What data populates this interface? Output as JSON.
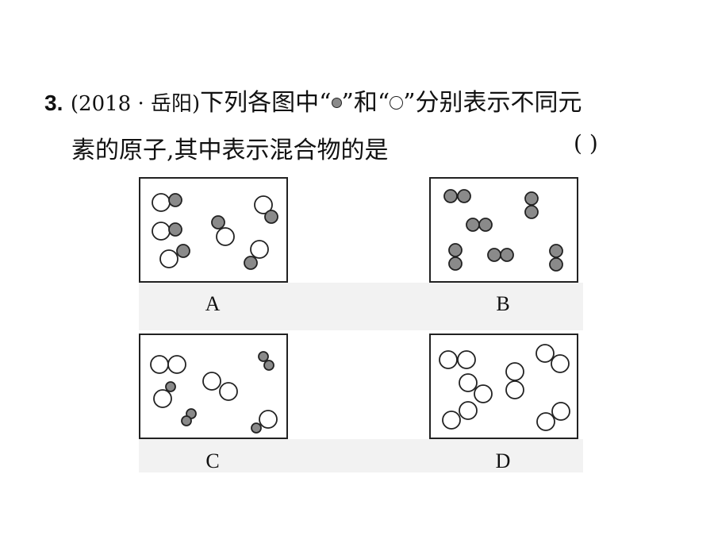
{
  "question": {
    "number": "3.",
    "source": "(2018 · 岳阳)",
    "text_before_filled": "下列各图中“",
    "text_between": "”和“",
    "text_after_open": "”分别表示不同元",
    "line2": "素的原子,其中表示混合物的是",
    "answer_blank": "(      )",
    "legend": {
      "filled_atom": "filled-gray-circle-icon",
      "open_atom": "open-white-circle-icon"
    }
  },
  "options": [
    {
      "label": "A"
    },
    {
      "label": "B"
    },
    {
      "label": "C"
    },
    {
      "label": "D"
    }
  ],
  "colors": {
    "filled_atom": "#8a8a8a",
    "stroke": "#222222",
    "panel_background": "#f2f2f2"
  }
}
